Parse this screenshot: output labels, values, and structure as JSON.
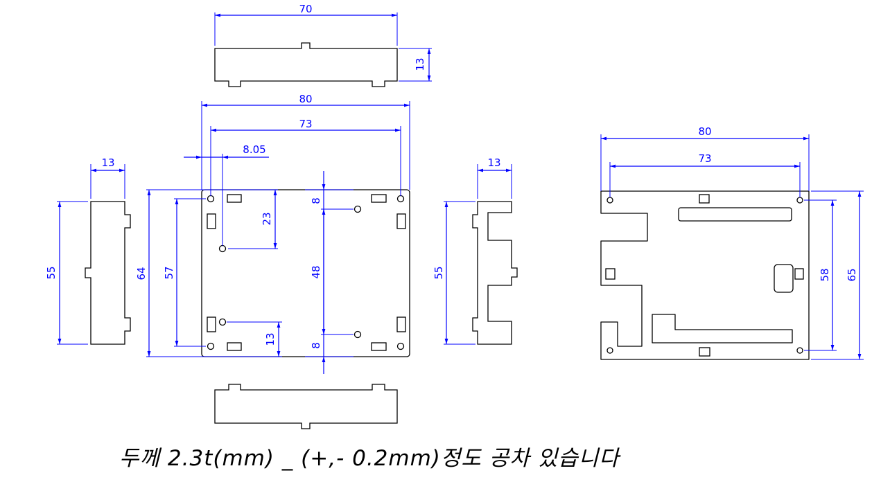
{
  "drawing": {
    "top_side_piece": {
      "width_dim": "70",
      "height_dim": "13"
    },
    "main_plate": {
      "width_dim": "80",
      "hole_span_dim": "73",
      "offset_dim": "8.05",
      "height_dim": "64",
      "hole_height_dim": "57",
      "hole_offset_top_dim": "23",
      "hole_offset_bottom_dim": "13",
      "center_top_dim": "8",
      "center_mid_dim": "48",
      "center_bottom_dim": "8"
    },
    "left_side_piece": {
      "width_dim": "13",
      "height_dim": "55"
    },
    "right_side_piece": {
      "width_dim": "13",
      "height_dim": "55"
    },
    "board_plate": {
      "width_dim": "80",
      "hole_span_dim": "73",
      "hole_height_dim": "58",
      "height_dim": "65"
    },
    "note": "두께 2.3t(mm) _ (+,- 0.2mm)정도 공차 있습니다"
  }
}
